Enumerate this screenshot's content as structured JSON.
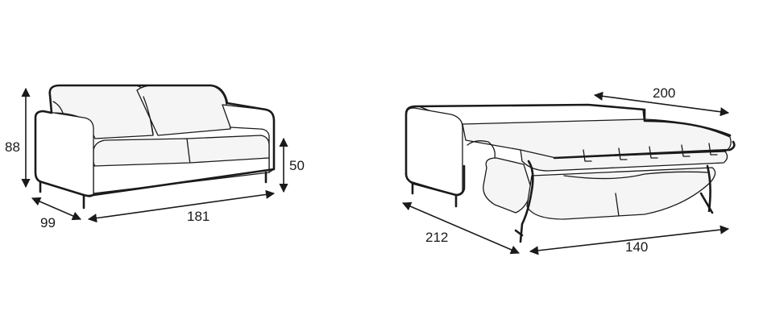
{
  "sofa": {
    "dimensions": {
      "height": "88",
      "depth": "99",
      "width": "181",
      "seat_height": "50"
    }
  },
  "sofa_bed": {
    "dimensions": {
      "bed_length": "200",
      "open_depth": "212",
      "bed_width": "140"
    }
  }
}
